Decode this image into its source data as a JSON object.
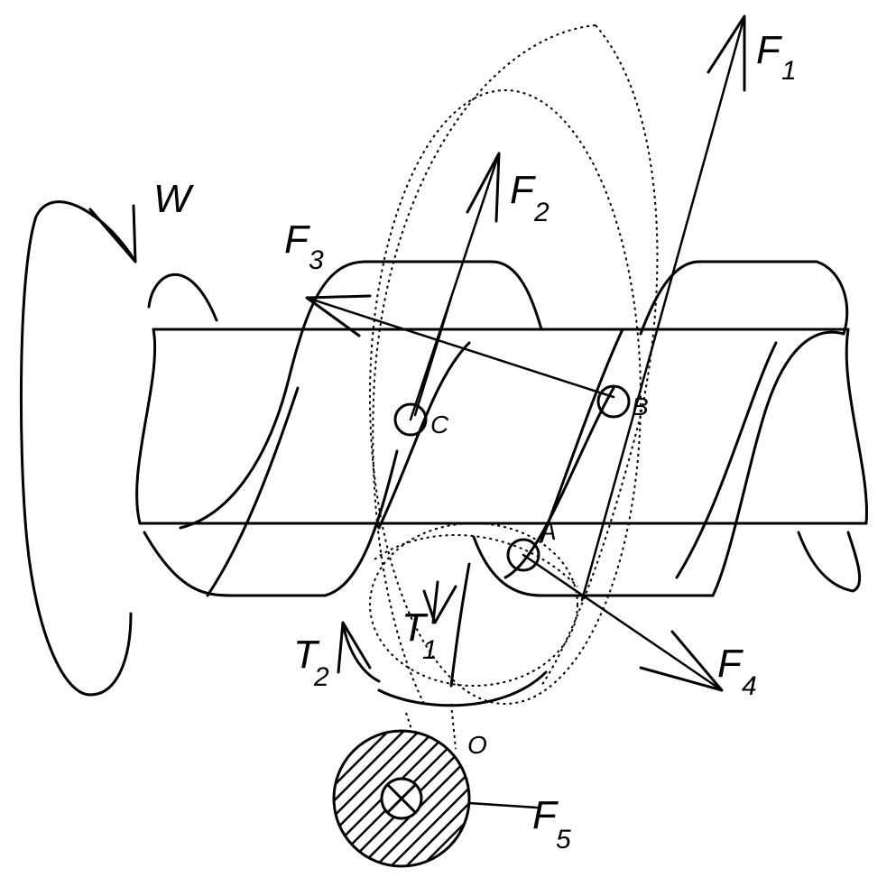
{
  "labels": {
    "W": "W",
    "F1": "F",
    "F1_sub": "1",
    "F2": "F",
    "F2_sub": "2",
    "F3": "F",
    "F3_sub": "3",
    "F4": "F",
    "F4_sub": "4",
    "F5": "F",
    "F5_sub": "5",
    "T1": "T",
    "T1_sub": "1",
    "T2": "T",
    "T2_sub": "2",
    "A": "A",
    "B": "B",
    "C": "C",
    "O": "O"
  }
}
